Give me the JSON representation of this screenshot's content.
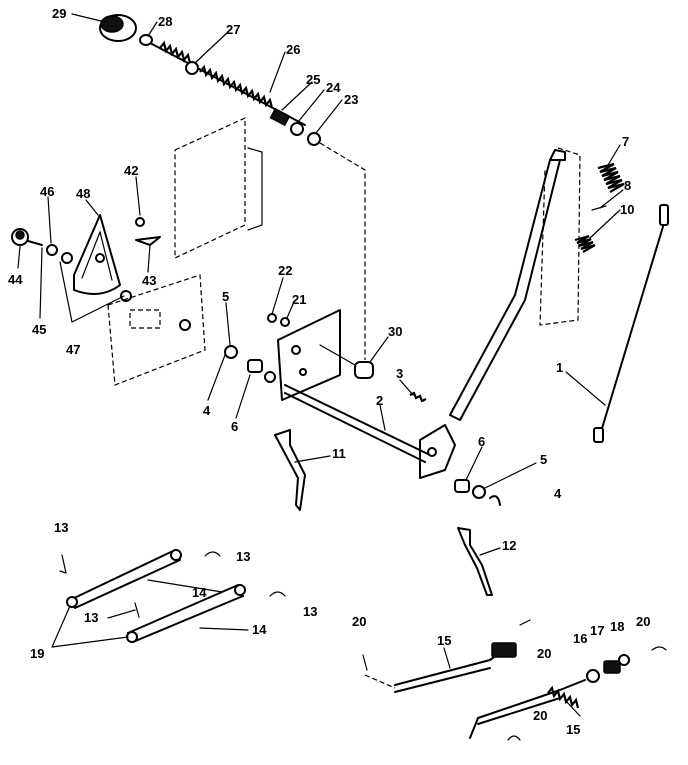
{
  "callouts": {
    "c1": "1",
    "c2": "2",
    "c3": "3",
    "c4a": "4",
    "c4b": "4",
    "c5a": "5",
    "c5b": "5",
    "c6a": "6",
    "c6b": "6",
    "c7": "7",
    "c8": "8",
    "c10": "10",
    "c11": "11",
    "c12": "12",
    "c13a": "13",
    "c13b": "13",
    "c13c": "13",
    "c13d": "13",
    "c14a": "14",
    "c14b": "14",
    "c15a": "15",
    "c15b": "15",
    "c16": "16",
    "c17": "17",
    "c18": "18",
    "c19": "19",
    "c20a": "20",
    "c20b": "20",
    "c20c": "20",
    "c20d": "20",
    "c21": "21",
    "c22": "22",
    "c23": "23",
    "c24": "24",
    "c25": "25",
    "c26": "26",
    "c27": "27",
    "c28": "28",
    "c29": "29",
    "c30": "30",
    "c42": "42",
    "c43": "43",
    "c44": "44",
    "c45": "45",
    "c46": "46",
    "c47": "47",
    "c48": "48"
  }
}
